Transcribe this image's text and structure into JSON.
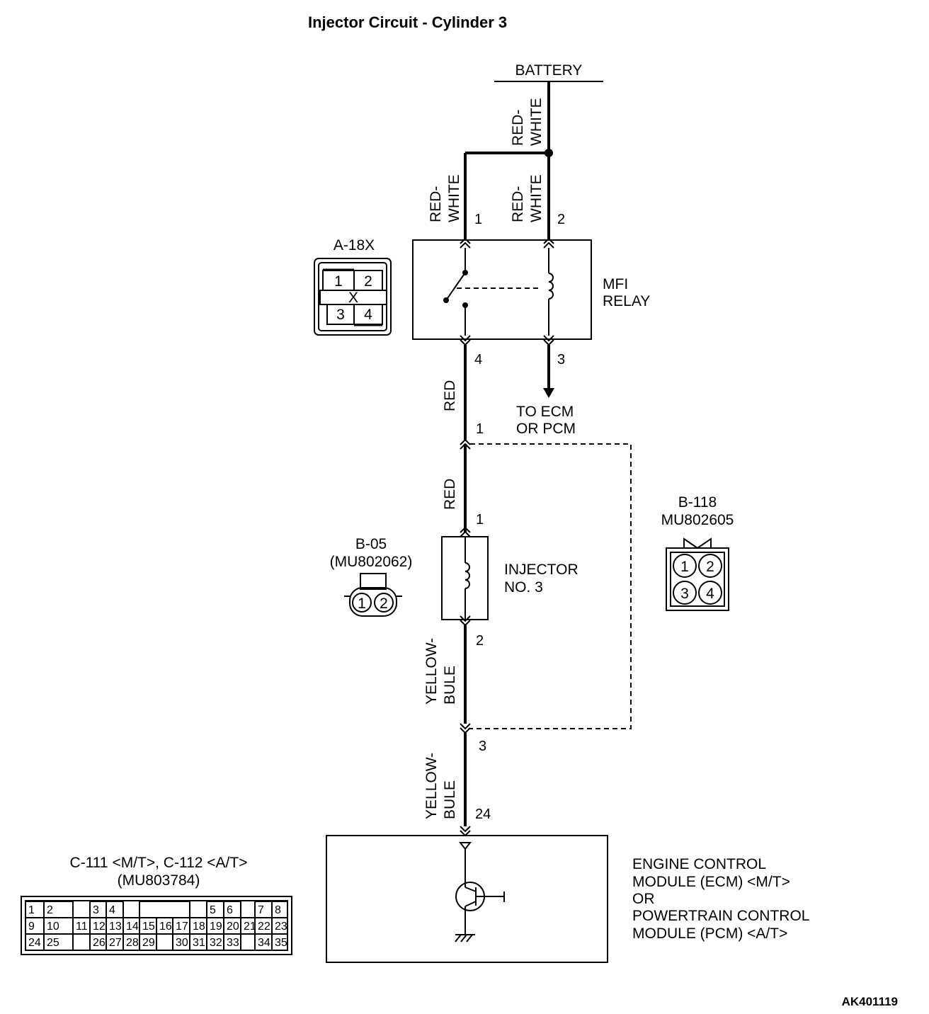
{
  "title": "Injector Circuit - Cylinder 3",
  "battery": "BATTERY",
  "wires": {
    "red_white": [
      "RED-",
      "WHITE"
    ],
    "red": "RED",
    "yellow_bule": [
      "YELLOW-",
      "BULE"
    ]
  },
  "relay": {
    "name_line1": "MFI",
    "name_line2": "RELAY",
    "pins": [
      "1",
      "2",
      "4",
      "3"
    ],
    "to_line1": "TO ECM",
    "to_line2": "OR PCM"
  },
  "connector_a18x": {
    "label": "A-18X",
    "pins": [
      "1",
      "2",
      "3",
      "4"
    ],
    "mark": "X"
  },
  "b118": {
    "label": "B-118",
    "part": "MU802605",
    "pins": [
      "1",
      "2",
      "3",
      "4"
    ]
  },
  "injector": {
    "name_line1": "INJECTOR",
    "name_line2": "NO. 3",
    "pins": [
      "1",
      "2"
    ],
    "splice_pins": [
      "1",
      "3"
    ],
    "ecm_pin": "24"
  },
  "b05": {
    "label": "B-05",
    "part": "(MU802062)",
    "pins": [
      "1",
      "2"
    ]
  },
  "c111": {
    "label": "C-111 <M/T>, C-112 <A/T>",
    "part": "(MU803784)",
    "row1": [
      "1",
      "2",
      "3",
      "4",
      "5",
      "6",
      "7",
      "8"
    ],
    "row2": [
      "9",
      "10",
      "11",
      "12",
      "13",
      "14",
      "15",
      "16",
      "17",
      "18",
      "19",
      "20",
      "21",
      "22",
      "23"
    ],
    "row3": [
      "24",
      "25",
      "26",
      "27",
      "28",
      "29",
      "30",
      "31",
      "32",
      "33",
      "34",
      "35"
    ]
  },
  "module": {
    "line1": "ENGINE CONTROL",
    "line2": "MODULE (ECM) <M/T>",
    "line3": "OR",
    "line4": "POWERTRAIN CONTROL",
    "line5": "MODULE (PCM) <A/T>"
  },
  "figure_code": "AK401119"
}
